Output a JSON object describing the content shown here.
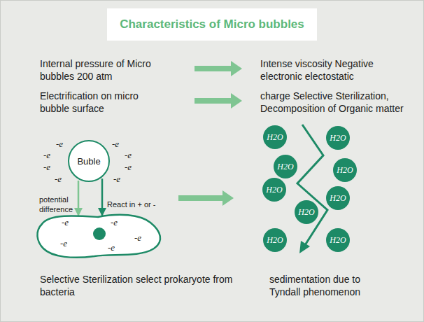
{
  "diagram": {
    "title": "Characteristics of Micro bubbles",
    "nodes": [
      {
        "text": [
          "Buble"
        ]
      },
      {
        "text": [
          "-e",
          "-e",
          "-e",
          "-e",
          "-e"
        ]
      },
      {
        "text": [
          "H2O"
        ]
      },
      {
        "text": [
          "H2O"
        ]
      },
      {
        "text": [
          "H2O"
        ]
      },
      {
        "text": [
          "H2O"
        ]
      },
      {
        "text": [
          "H2O"
        ]
      },
      {
        "text": [
          "H2O"
        ]
      },
      {
        "text": [
          "H2O"
        ]
      },
      {
        "text": [
          "H2O"
        ]
      },
      {
        "text": [
          "H2O"
        ]
      }
    ],
    "edges": [
      {
        "from": 0,
        "to": 1,
        "arrow": "to",
        "label": "potential difference"
      },
      {
        "from": 0,
        "to": 1,
        "arrow": "to",
        "label": "React in + or -"
      }
    ],
    "labels": [
      "Internal pressure of Micro bubbles 200 atm",
      "Intense viscosity Negative electronic electostatic",
      "Electrification on micro bubble surface",
      "charge Selective Sterilization, Decomposition of Organic matter",
      "-e",
      "-e",
      "-e",
      "-e",
      "-e",
      "-e",
      "-e",
      "-e",
      "Selective Sterilization select prokaryote from bacteria",
      "sedimentation due to Tyndall phenomenon"
    ]
  }
}
